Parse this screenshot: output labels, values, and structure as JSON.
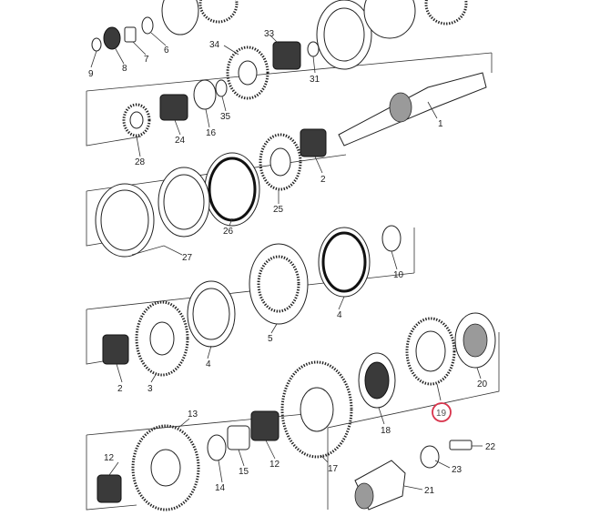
{
  "diagram": {
    "highlight_color": "#d8344c",
    "highlighted_callout": "19",
    "callouts": [
      {
        "key": "c1",
        "text": "1"
      },
      {
        "key": "c2a",
        "text": "2"
      },
      {
        "key": "c2b",
        "text": "2"
      },
      {
        "key": "c3",
        "text": "3"
      },
      {
        "key": "c4a",
        "text": "4"
      },
      {
        "key": "c4b",
        "text": "4"
      },
      {
        "key": "c5",
        "text": "5"
      },
      {
        "key": "c6",
        "text": "6"
      },
      {
        "key": "c7",
        "text": "7"
      },
      {
        "key": "c8",
        "text": "8"
      },
      {
        "key": "c9",
        "text": "9"
      },
      {
        "key": "c10",
        "text": "10"
      },
      {
        "key": "c12a",
        "text": "12"
      },
      {
        "key": "c12b",
        "text": "12"
      },
      {
        "key": "c13",
        "text": "13"
      },
      {
        "key": "c14",
        "text": "14"
      },
      {
        "key": "c15",
        "text": "15"
      },
      {
        "key": "c16",
        "text": "16"
      },
      {
        "key": "c17",
        "text": "17"
      },
      {
        "key": "c18",
        "text": "18"
      },
      {
        "key": "c19",
        "text": "19"
      },
      {
        "key": "c20",
        "text": "20"
      },
      {
        "key": "c21",
        "text": "21"
      },
      {
        "key": "c22",
        "text": "22"
      },
      {
        "key": "c23",
        "text": "23"
      },
      {
        "key": "c24",
        "text": "24"
      },
      {
        "key": "c25",
        "text": "25"
      },
      {
        "key": "c26",
        "text": "26"
      },
      {
        "key": "c27",
        "text": "27"
      },
      {
        "key": "c28",
        "text": "28"
      },
      {
        "key": "c31",
        "text": "31"
      },
      {
        "key": "c33",
        "text": "33"
      },
      {
        "key": "c34",
        "text": "34"
      },
      {
        "key": "c35",
        "text": "35"
      }
    ]
  }
}
